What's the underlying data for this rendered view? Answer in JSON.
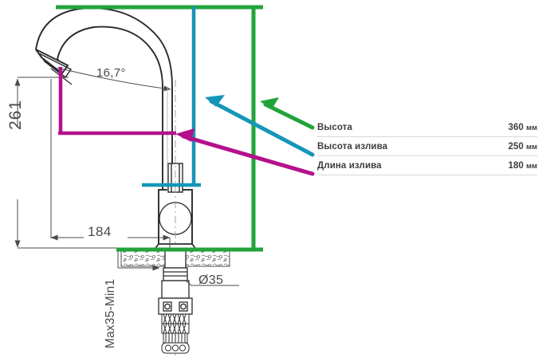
{
  "diagram": {
    "title": "Kitchen faucet dimensional drawing",
    "background_color": "#ffffff",
    "line_color": "#2b2b2b",
    "dimension_text_color": "#4a4a4a",
    "annotations": {
      "total_height_mm": "261",
      "spout_reach_mm": "184",
      "spout_angle": "16,7°",
      "mounting_hole_diameter": "Ø35",
      "countertop_thickness": "Max35-Min1"
    }
  },
  "measure_lines": {
    "height": {
      "name": "height-guide",
      "color": "#22a33a",
      "description": "green vertical + horizontal guides marking overall height"
    },
    "spout_height": {
      "name": "spout-height-guide",
      "color": "#1596b8",
      "description": "cyan vertical + horizontal guides marking spout height"
    },
    "spout_length": {
      "name": "spout-length-guide",
      "color": "#b4118c",
      "description": "magenta vertical + horizontal guides marking spout length"
    }
  },
  "legend": {
    "rows": [
      {
        "id": "height",
        "label": "Высота",
        "value": "360",
        "unit": "мм",
        "arrow_color": "#22a33a",
        "arrow_name": "green-arrow"
      },
      {
        "id": "spout-height",
        "label": "Высота излива",
        "value": "250",
        "unit": "мм",
        "arrow_color": "#1596b8",
        "arrow_name": "cyan-arrow"
      },
      {
        "id": "spout-length",
        "label": "Длина излива",
        "value": "180",
        "unit": "мм",
        "arrow_color": "#b4118c",
        "arrow_name": "magenta-arrow"
      }
    ]
  }
}
